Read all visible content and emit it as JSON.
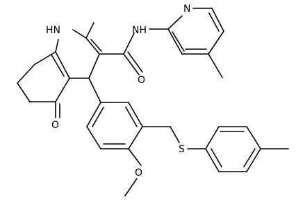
{
  "labels": {
    "nh_ring": "HN",
    "nh_amide": "NH",
    "n_pyridine": "N",
    "o_carbonyl_amide": "O",
    "o_ketone": "O",
    "o_methoxy": "O",
    "s_thioether": "S"
  },
  "colors": {
    "bond": "#000000",
    "text": "#000000",
    "background": "#ffffff"
  }
}
